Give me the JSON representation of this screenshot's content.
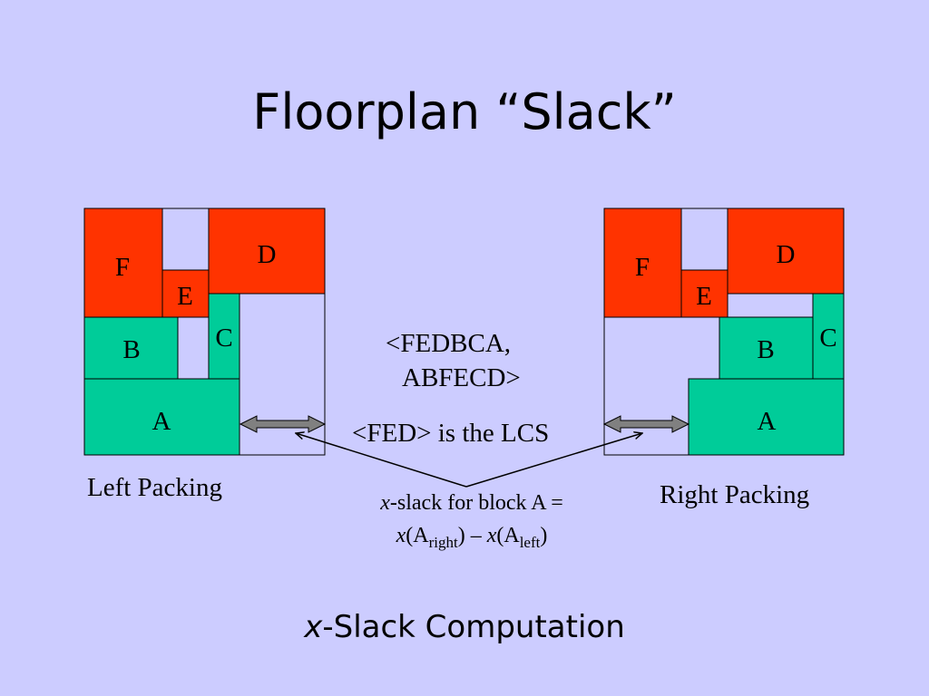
{
  "slide": {
    "title": "Floorplan “Slack”",
    "left_label": "Left Packing",
    "right_label": "Right Packing",
    "sequence_line1": "<FEDBCA,",
    "sequence_line2": "ABFECD>",
    "lcs_text": "<FED> is the LCS",
    "formula": {
      "line1_var": "x",
      "line1_rest": "-slack for block A =",
      "line2_var1": "x",
      "line2_paren1": "(A",
      "sub_right": "right",
      "line2_mid": ") – ",
      "line2_var2": "x",
      "line2_paren2": "(A",
      "sub_left": "left",
      "line2_end": ")"
    },
    "caption_var": "x",
    "caption_rest": "-Slack Computation"
  },
  "blocks": {
    "F": "F",
    "E": "E",
    "D": "D",
    "C": "C",
    "B": "B",
    "A": "A"
  },
  "colors": {
    "background": "#ccccff",
    "red_block": "#ff3300",
    "green_block": "#00cc99",
    "arrow": "#808080"
  }
}
